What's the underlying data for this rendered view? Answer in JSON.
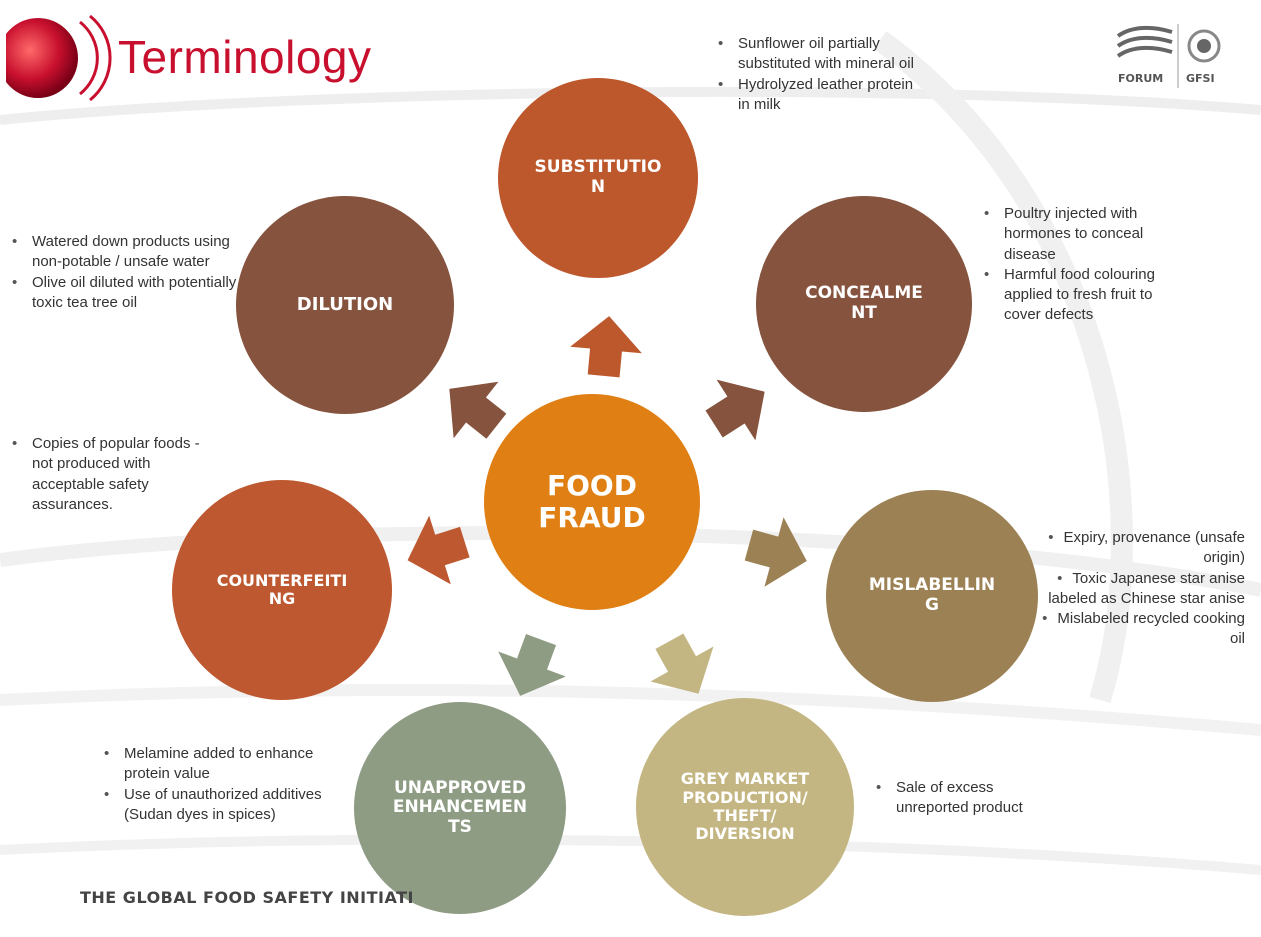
{
  "header": {
    "title": "Terminology",
    "logo": {
      "forum_label": "FORUM",
      "gfsi_label": "GFSI"
    }
  },
  "center": {
    "label": "FOOD\nFRAUD",
    "color": "#e07f14"
  },
  "categories": [
    {
      "key": "substitution",
      "label": "SUBSTITUTIO\nN",
      "color": "#bd572c",
      "examples": [
        "Sunflower oil partially substituted with mineral oil",
        "Hydrolyzed leather protein in milk"
      ]
    },
    {
      "key": "concealment",
      "label": "CONCEALME\nNT",
      "color": "#86533e",
      "examples": [
        "Poultry injected with hormones to conceal disease",
        "Harmful food colouring applied to fresh fruit to cover defects"
      ]
    },
    {
      "key": "mislabelling",
      "label": "MISLABELLIN\nG",
      "color": "#9c8154",
      "examples": [
        "Expiry, provenance (unsafe origin)",
        "Toxic Japanese star anise labeled as Chinese star anise",
        "Mislabeled recycled cooking oil"
      ]
    },
    {
      "key": "grey_market",
      "label": "GREY MARKET\nPRODUCTION/\nTHEFT/\nDIVERSION",
      "color": "#c4b683",
      "examples": [
        "Sale of excess unreported product"
      ]
    },
    {
      "key": "unapproved",
      "label": "UNAPPROVED\nENHANCEMEN\nTS",
      "color": "#8f9c84",
      "examples": [
        "Melamine added to enhance protein value",
        "Use of unauthorized additives (Sudan dyes in spices)"
      ]
    },
    {
      "key": "counterfeiting",
      "label": "COUNTERFEITI\nNG",
      "color": "#bd5830",
      "examples": [
        "Copies of popular foods - not produced with acceptable safety assurances."
      ]
    },
    {
      "key": "dilution",
      "label": "DILUTION",
      "color": "#86533e",
      "examples": [
        "Watered down products using non-potable / unsafe water",
        "Olive oil diluted with potentially toxic tea tree oil"
      ]
    }
  ],
  "footer": {
    "text": "THE GLOBAL FOOD SAFETY INITIATI"
  }
}
